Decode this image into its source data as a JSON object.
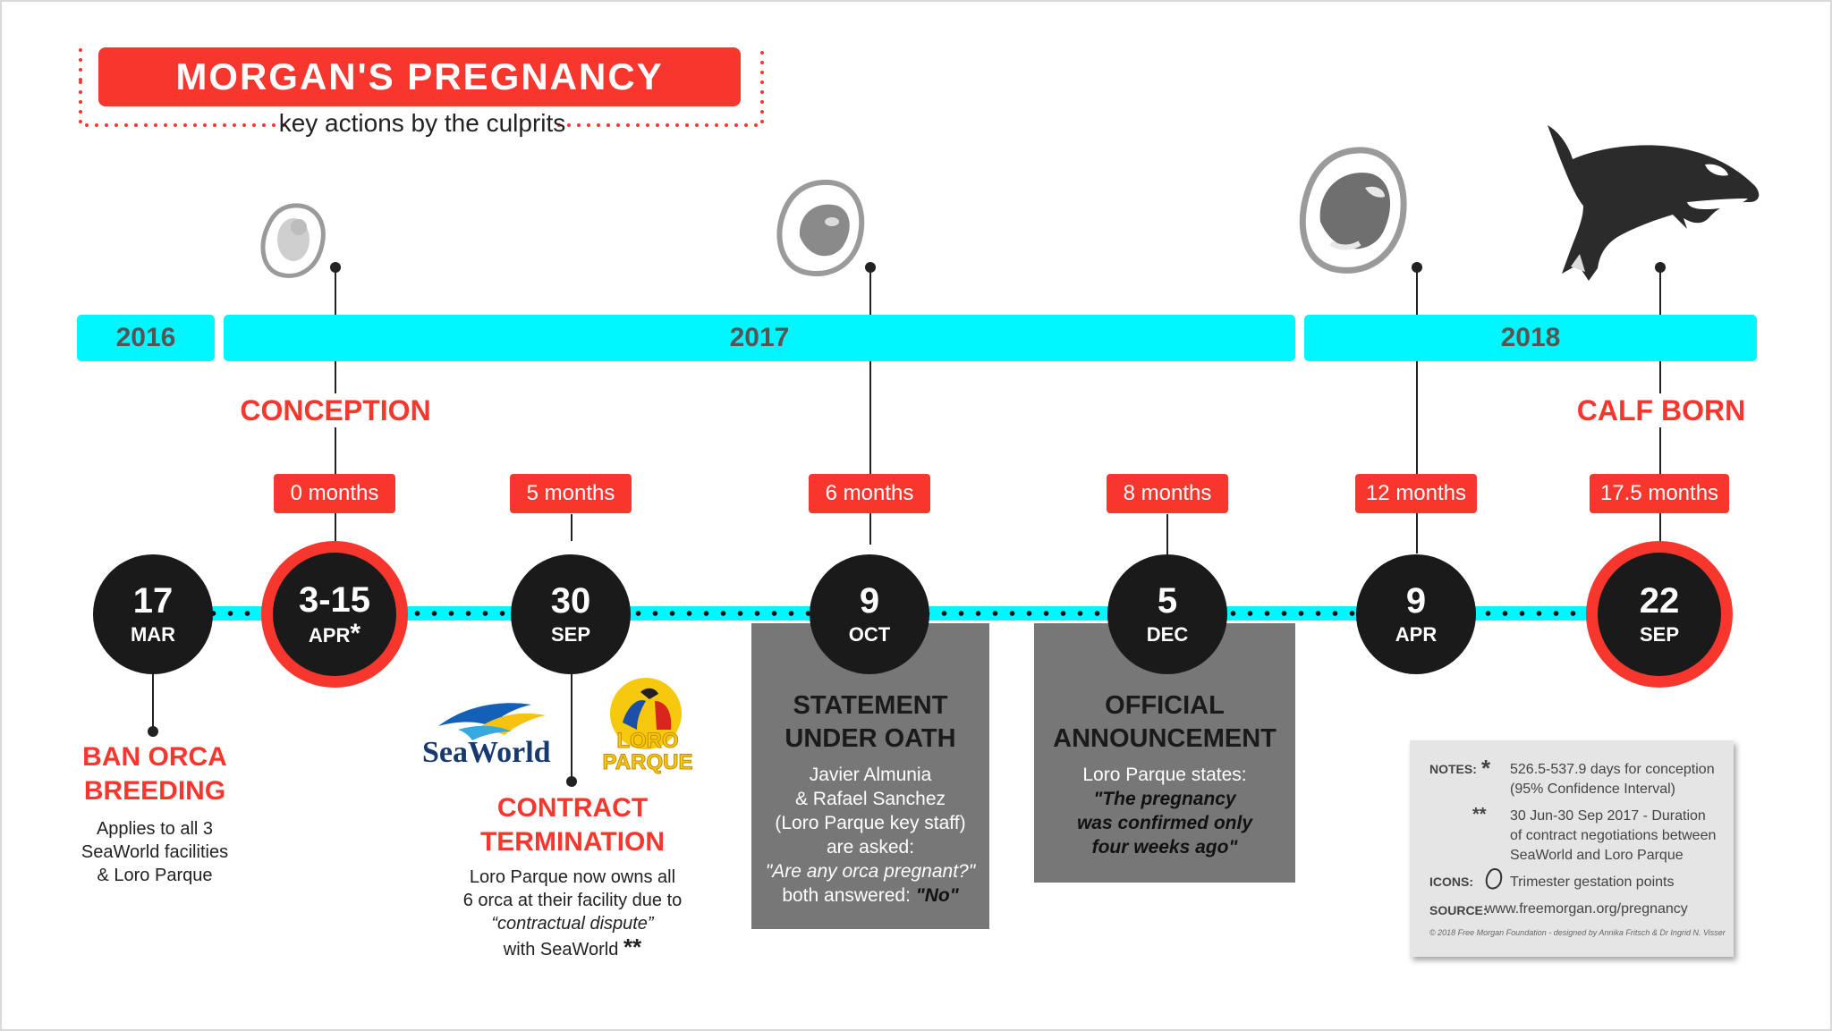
{
  "title": "MORGAN'S PREGNANCY",
  "subtitle": "key actions by the culprits",
  "years": [
    "2016",
    "2017",
    "2018"
  ],
  "milestones": {
    "conception": "CONCEPTION",
    "calf_born": "CALF BORN"
  },
  "pills": [
    "0 months",
    "5 months",
    "6 months",
    "8 months",
    "12 months",
    "17.5 months"
  ],
  "dates": [
    {
      "day": "17",
      "month": "MAR"
    },
    {
      "day": "3-15",
      "month": "APR",
      "mark": "*"
    },
    {
      "day": "30",
      "month": "SEP"
    },
    {
      "day": "9",
      "month": "OCT"
    },
    {
      "day": "5",
      "month": "DEC"
    },
    {
      "day": "9",
      "month": "APR"
    },
    {
      "day": "22",
      "month": "SEP"
    }
  ],
  "events": {
    "ban": {
      "title_lines": [
        "BAN ORCA",
        "BREEDING"
      ],
      "lines": [
        "Applies to all 3",
        "SeaWorld facilities",
        "& Loro Parque"
      ]
    },
    "contract": {
      "title_lines": [
        "CONTRACT",
        "TERMINATION"
      ],
      "lines": [
        "Loro Parque now owns all",
        "6 orca at their facility due to"
      ],
      "quote": "“contractual dispute”",
      "last": "with SeaWorld",
      "mark": "**"
    },
    "oath": {
      "title_lines": [
        "STATEMENT",
        "UNDER OATH"
      ],
      "lines": [
        "Javier Almunia",
        "& Rafael Sanchez",
        "(Loro Parque key staff)",
        "are asked:"
      ],
      "question": "\"Are any orca pregnant?\"",
      "answer_prefix": "both answered: ",
      "answer": "\"No\""
    },
    "announce": {
      "title_lines": [
        "OFFICIAL",
        "ANNOUNCEMENT"
      ],
      "lead": "Loro Parque states:",
      "quote_lines": [
        "\"The pregnancy",
        "was confirmed only",
        "four weeks ago\""
      ]
    }
  },
  "logos": {
    "seaworld": "SeaWorld",
    "loro": [
      "LORO",
      "PARQUE"
    ]
  },
  "notes": {
    "notes_label": "NOTES:",
    "star": "*",
    "note1": [
      "526.5-537.9 days for conception",
      "(95% Confidence Interval)"
    ],
    "dstar": "**",
    "note2": [
      "30 Jun-30 Sep 2017 - Duration",
      "of contract negotiations between",
      "SeaWorld and Loro Parque"
    ],
    "icons_label": "ICONS:",
    "icons_text": "Trimester gestation points",
    "source_label": "SOURCE:",
    "source_text": "www.freemorgan.org/pregnancy",
    "credit": "© 2018 Free Morgan Foundation - designed by Annika Fritsch & Dr Ingrid N. Visser"
  },
  "colors": {
    "accent_red": "#f7372e",
    "year_bar_cyan": "#00f7ff",
    "circle_dark": "#1a1a1a",
    "gray_box": "#777777"
  }
}
